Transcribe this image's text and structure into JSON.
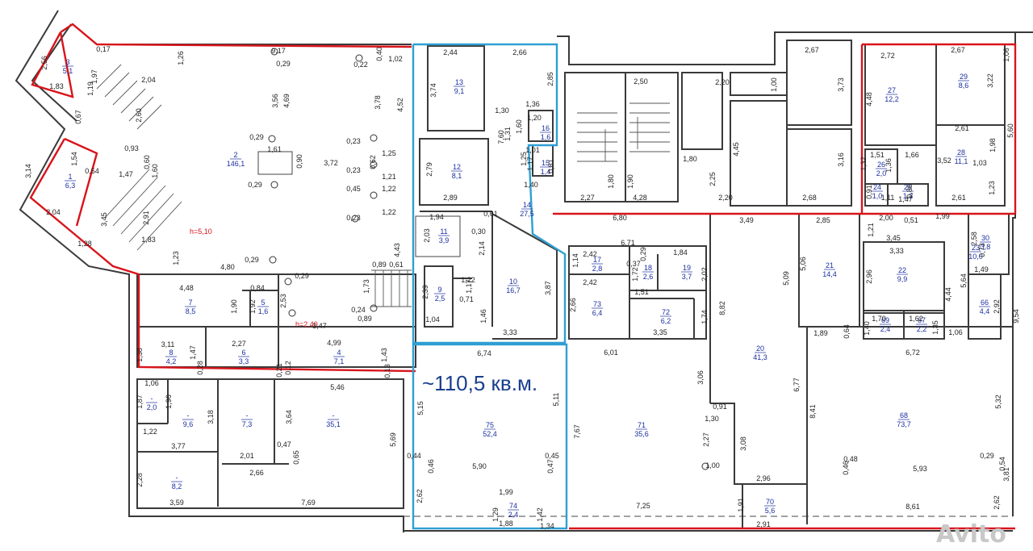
{
  "highlight_label": "~110,5 кв.м.",
  "watermark": "Avito",
  "rooms": [
    {
      "n": "1",
      "a": "6,3"
    },
    {
      "n": "2",
      "a": "146,1"
    },
    {
      "n": "3",
      "a": "5,1"
    },
    {
      "n": "4",
      "a": "7,1"
    },
    {
      "n": "5",
      "a": "1,6"
    },
    {
      "n": "6",
      "a": "3,3"
    },
    {
      "n": "7",
      "a": "8,5"
    },
    {
      "n": "8",
      "a": "4,2"
    },
    {
      "n": "9",
      "a": "2,5"
    },
    {
      "n": "10",
      "a": "16,7"
    },
    {
      "n": "11",
      "a": "3,9"
    },
    {
      "n": "12",
      "a": "8,1"
    },
    {
      "n": "13",
      "a": "9,1"
    },
    {
      "n": "14",
      "a": "27,5"
    },
    {
      "n": "15",
      "a": "1,4"
    },
    {
      "n": "16",
      "a": "1,6"
    },
    {
      "n": "17",
      "a": "2,8"
    },
    {
      "n": "18",
      "a": "2,6"
    },
    {
      "n": "19",
      "a": "3,7"
    },
    {
      "n": "20",
      "a": "41,3"
    },
    {
      "n": "21",
      "a": "14,4"
    },
    {
      "n": "22",
      "a": "9,9"
    },
    {
      "n": "23",
      "a": "10,0"
    },
    {
      "n": "24",
      "a": "1,0"
    },
    {
      "n": "25",
      "a": "1,3"
    },
    {
      "n": "26",
      "a": "2,0"
    },
    {
      "n": "27",
      "a": "12,2"
    },
    {
      "n": "28",
      "a": "11,1"
    },
    {
      "n": "29",
      "a": "8,6"
    },
    {
      "n": "30",
      "a": "3,8"
    },
    {
      "n": "66",
      "a": "4,4"
    },
    {
      "n": "67",
      "a": "2,2"
    },
    {
      "n": "68",
      "a": "73,7"
    },
    {
      "n": "69",
      "a": "2,4"
    },
    {
      "n": "70",
      "a": "5,6"
    },
    {
      "n": "71",
      "a": "35,6"
    },
    {
      "n": "72",
      "a": "6,2"
    },
    {
      "n": "73",
      "a": "6,4"
    },
    {
      "n": "74",
      "a": "2,4"
    },
    {
      "n": "75",
      "a": "52,4"
    },
    {
      "n": "-",
      "a": "2,0"
    },
    {
      "n": "-",
      "a": "9,6"
    },
    {
      "n": "-",
      "a": "7,3"
    },
    {
      "n": "-",
      "a": "35,1"
    },
    {
      "n": "-",
      "a": "8,2"
    }
  ],
  "height_notes": [
    "h=5,10",
    "h=2,40"
  ],
  "dimensions": [
    "2,44",
    "2,66",
    "3,74",
    "1,30",
    "7,60",
    "1,36",
    "1,20",
    "1,60",
    "1,31",
    "2,85",
    "2,79",
    "2,89",
    "1,01",
    "1,17",
    "0,81",
    "1,25",
    "1,40",
    "1,94",
    "0,61",
    "0,30",
    "2,14",
    "2,03",
    "1,17",
    "2,39",
    "1,22",
    "0,71",
    "1,46",
    "3,87",
    "3,33",
    "1,04",
    "6,74",
    "5,15",
    "5,11",
    "0,44",
    "0,46",
    "0,47",
    "0,45",
    "5,90",
    "2,62",
    "1,99",
    "1,29",
    "1,42",
    "1,88",
    "1,34",
    "2,50",
    "2,20",
    "1,00",
    "3,73",
    "2,67",
    "1,80",
    "1,90",
    "1,80",
    "2,25",
    "4,45",
    "3,16",
    "2,27",
    "4,28",
    "2,20",
    "2,68",
    "6,80",
    "3,49",
    "2,85",
    "6,71",
    "2,42",
    "2,42",
    "1,14",
    "0,37",
    "0,29",
    "1,72",
    "1,84",
    "2,02",
    "1,51",
    "2,66",
    "1,74",
    "3,35",
    "6,01",
    "8,82",
    "5,06",
    "5,09",
    "1,89",
    "0,64",
    "3,06",
    "0,91",
    "1,30",
    "2,27",
    "3,08",
    "1,00",
    "2,96",
    "1,91",
    "2,91",
    "7,67",
    "7,25",
    "6,77",
    "8,41",
    "8,61",
    "0,46",
    "0,48",
    "5,93",
    "5,32",
    "0,29",
    "0,54",
    "3,81",
    "2,62",
    "2,72",
    "2,67",
    "1,06",
    "4,48",
    "3,22",
    "2,61",
    "5,60",
    "1,98",
    "1,51",
    "1,66",
    "1,32",
    "1,36",
    "3,52",
    "1,03",
    "1,23",
    "0,91",
    "1,11",
    "1,47",
    "0,86",
    "2,61",
    "2,00",
    "0,51",
    "1,99",
    "1,21",
    "3,45",
    "3,33",
    "2,58",
    "0,73",
    "2,96",
    "4,44",
    "5,64",
    "1,49",
    "2,92",
    "9,54",
    "1,70",
    "1,62",
    "1,40",
    "1,35",
    "1,06",
    "6,72",
    "0,17",
    "1,02",
    "9,17",
    "0,29",
    "0,22",
    "0,40",
    "1,26",
    "2,04",
    "3,56",
    "4,69",
    "3,78",
    "4,52",
    "0,93",
    "0,29",
    "1,61",
    "0,90",
    "0,23",
    "0,62",
    "1,25",
    "3,72",
    "1,21",
    "0,23",
    "0,45",
    "1,22",
    "0,29",
    "0,23",
    "1,22",
    "2,60",
    "0,67",
    "1,19",
    "1,97",
    "1,83",
    "4,80",
    "0,29",
    "1,23",
    "0,89",
    "1,73",
    "0,61",
    "4,43",
    "0,29",
    "0,24",
    "0,89",
    "4,48",
    "0,84",
    "1,90",
    "1,92",
    "2,53",
    "3,11",
    "2,27",
    "1,47",
    "4,99",
    "1,43",
    "1,38",
    "0,28",
    "0,21",
    "0,12",
    "0,13",
    "3,47",
    "1,06",
    "1,87",
    "1,96",
    "1,22",
    "3,18",
    "3,64",
    "5,46",
    "5,69",
    "3,77",
    "2,01",
    "0,47",
    "0,65",
    "2,66",
    "2,28",
    "3,59",
    "7,69",
    "2,56",
    "1,83",
    "3,14",
    "1,54",
    "2,91",
    "3,45",
    "1,28",
    "2,04",
    "0,60",
    "1,60",
    "1,47",
    "0,54"
  ]
}
